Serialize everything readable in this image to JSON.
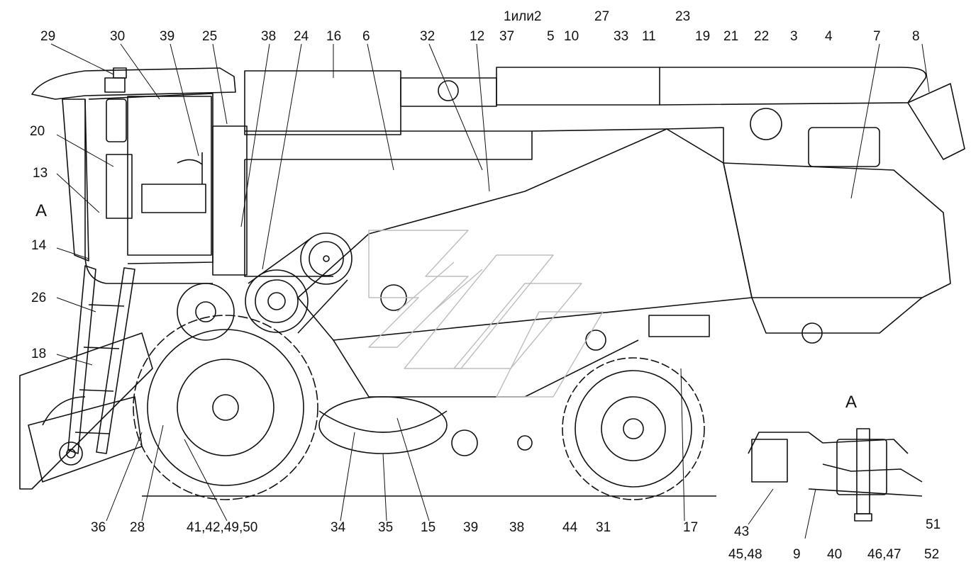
{
  "callouts_top": [
    "29",
    "30",
    "39",
    "25",
    "38",
    "24",
    "16",
    "6",
    "32",
    "12",
    "37",
    "1или2",
    "5",
    "10",
    "27",
    "33",
    "11",
    "23",
    "19",
    "21",
    "22",
    "3",
    "4",
    "7",
    "8"
  ],
  "callouts_left": [
    "20",
    "13",
    "14",
    "26",
    "18"
  ],
  "callouts_bottom": [
    "36",
    "28",
    "41,42,49,50",
    "34",
    "35",
    "15",
    "39",
    "38",
    "44",
    "31",
    "17"
  ],
  "callouts_detail": [
    "43",
    "45,48",
    "9",
    "40",
    "46,47",
    "52",
    "51"
  ],
  "view_marker": "А",
  "detail_title": "А",
  "colors": {
    "line": "#111111",
    "background": "#ffffff",
    "watermark": "#bdbdbd"
  }
}
